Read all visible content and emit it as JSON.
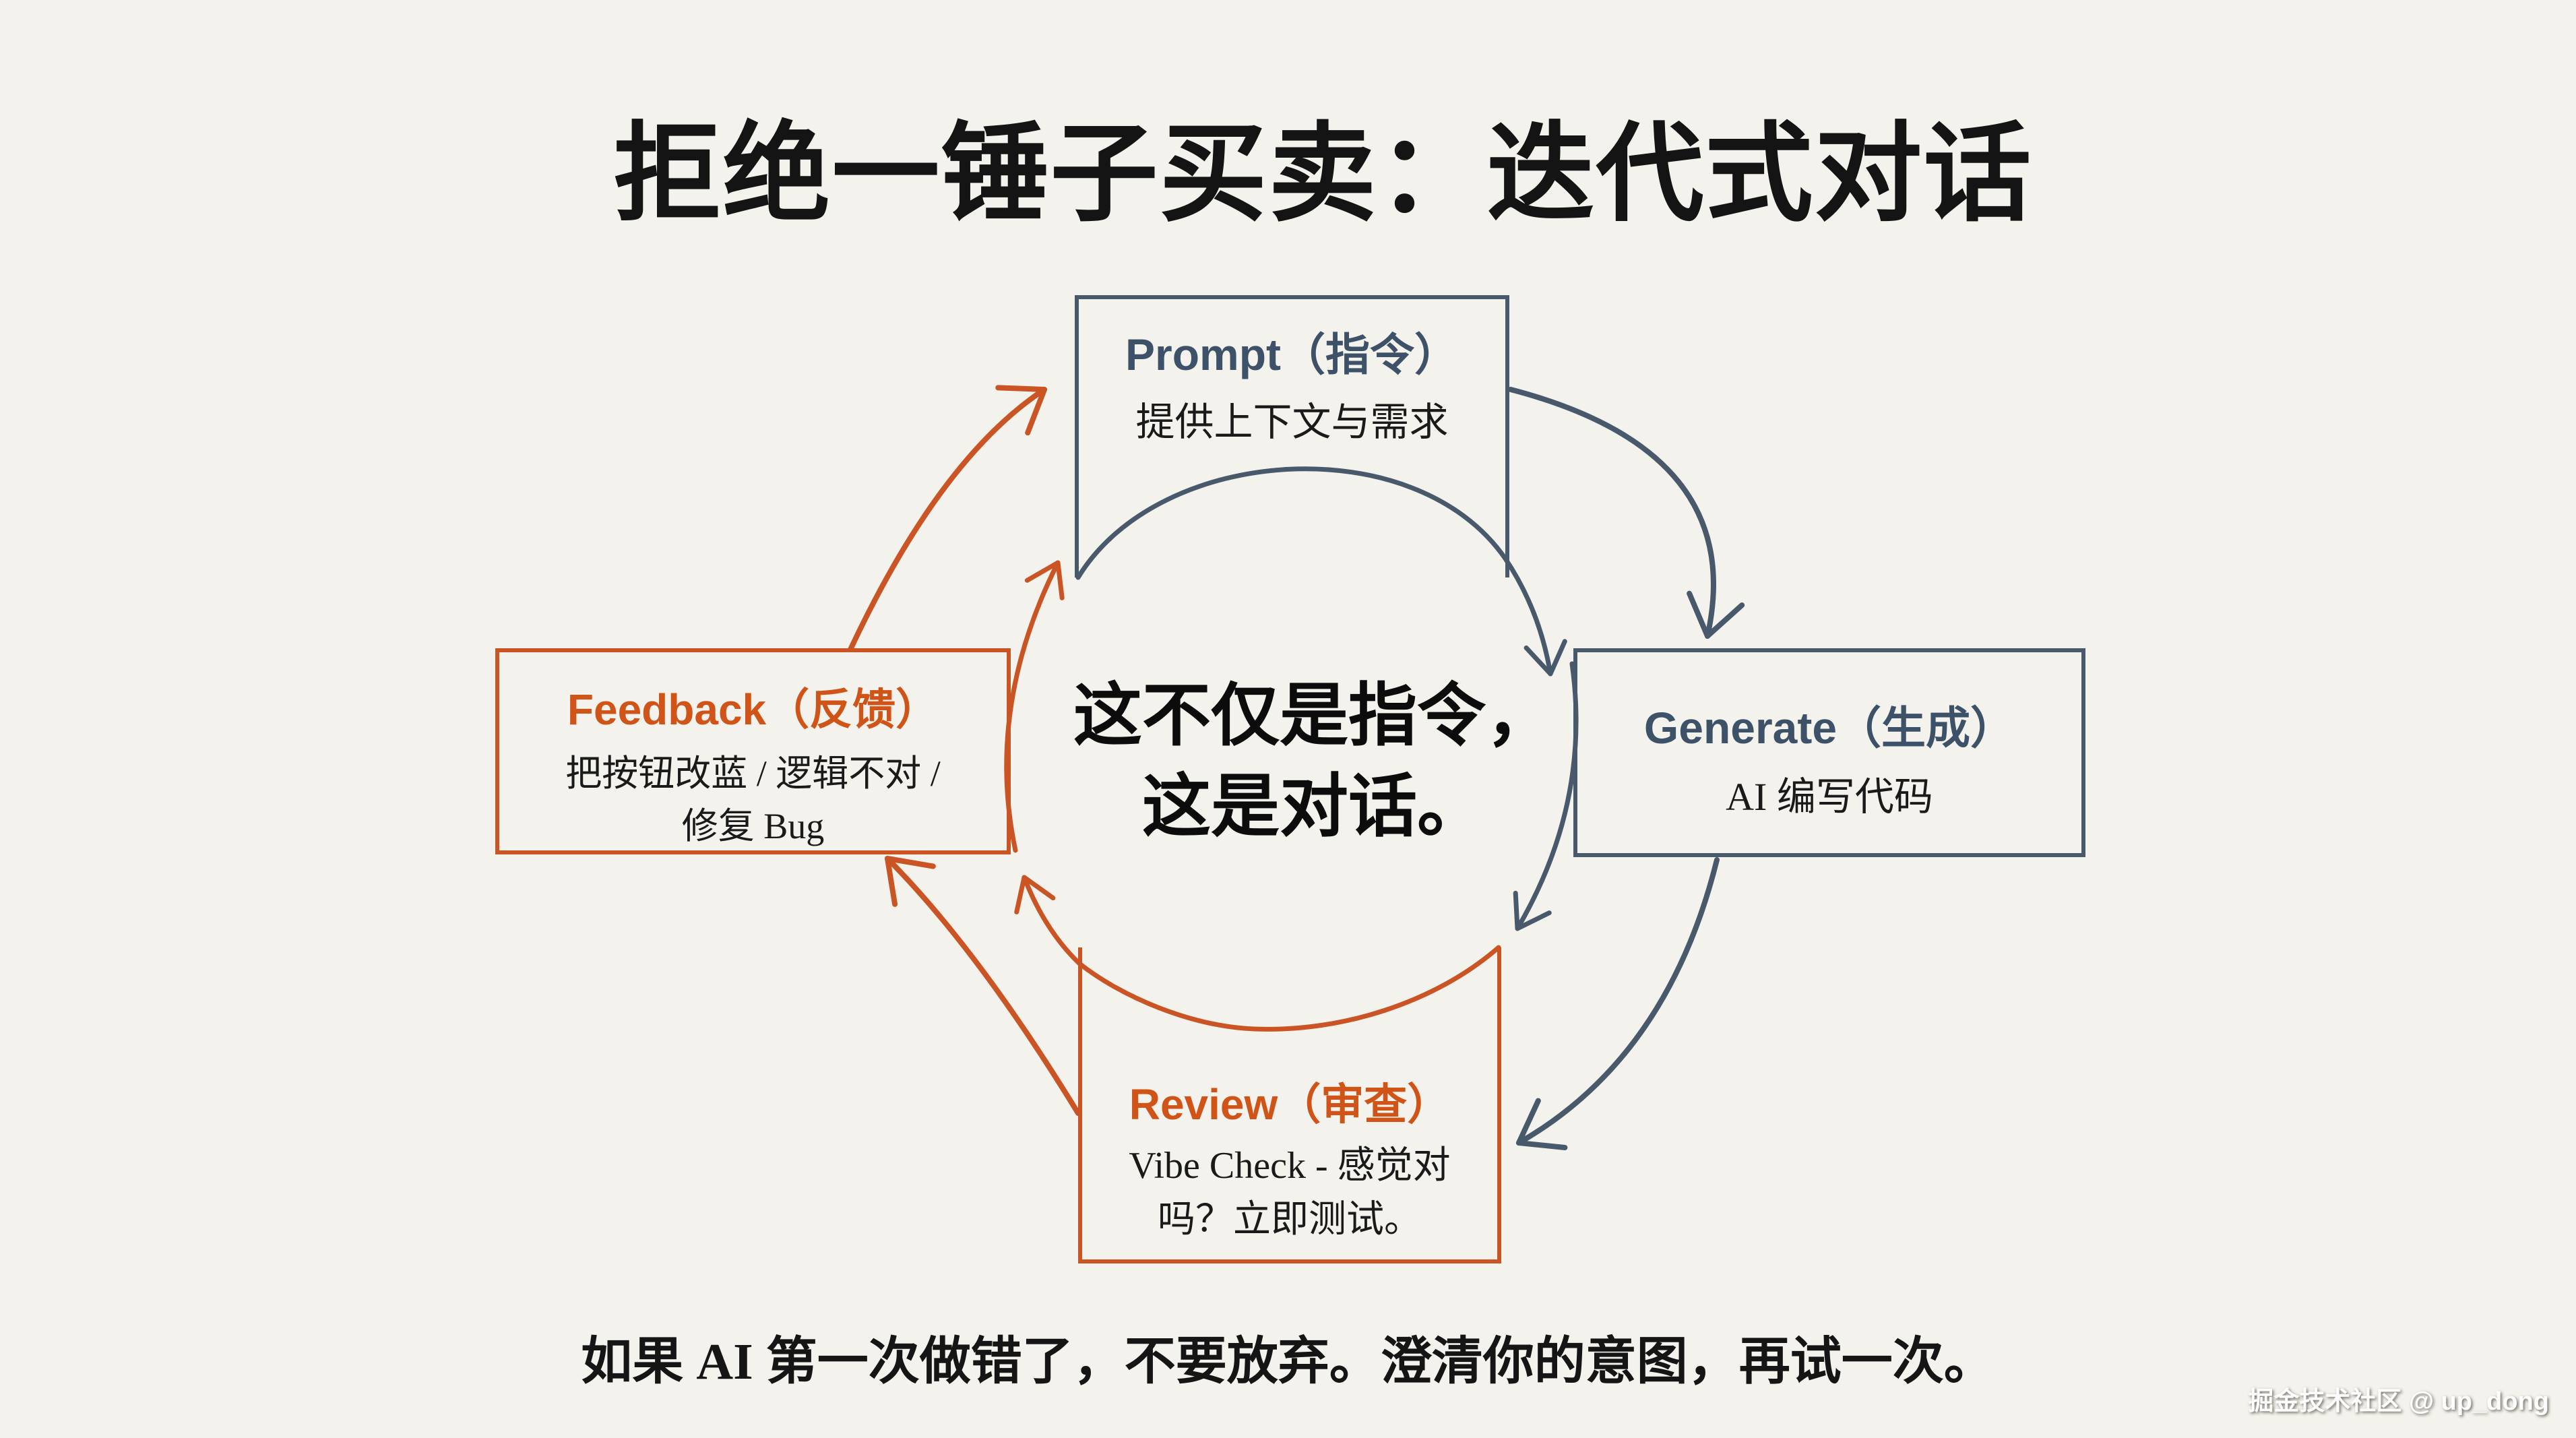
{
  "title": "拒绝一锤子买卖：迭代式对话",
  "center_caption": {
    "line1": "这不仅是指令，",
    "line2": "这是对话。"
  },
  "nodes": {
    "prompt": {
      "heading": "Prompt（指令）",
      "body": "提供上下文与需求"
    },
    "generate": {
      "heading": "Generate（生成）",
      "body": "AI 编写代码"
    },
    "review": {
      "heading": "Review（审查）",
      "body_line1": "Vibe Check - 感觉对",
      "body_line2": "吗？立即测试。"
    },
    "feedback": {
      "heading": "Feedback（反馈）",
      "body_line1": "把按钮改蓝 / 逻辑不对 /",
      "body_line2": "修复 Bug"
    }
  },
  "footer_note": "如果 AI 第一次做错了，不要放弃。澄清你的意图，再试一次。",
  "watermark": "掘金技术社区 @ up_dong",
  "colors": {
    "background": "#f4f2ec",
    "dark": "#48596b",
    "dark-text": "#3d5268",
    "orange": "#cb5425",
    "orange-text": "#d05418",
    "ink": "#141414"
  }
}
